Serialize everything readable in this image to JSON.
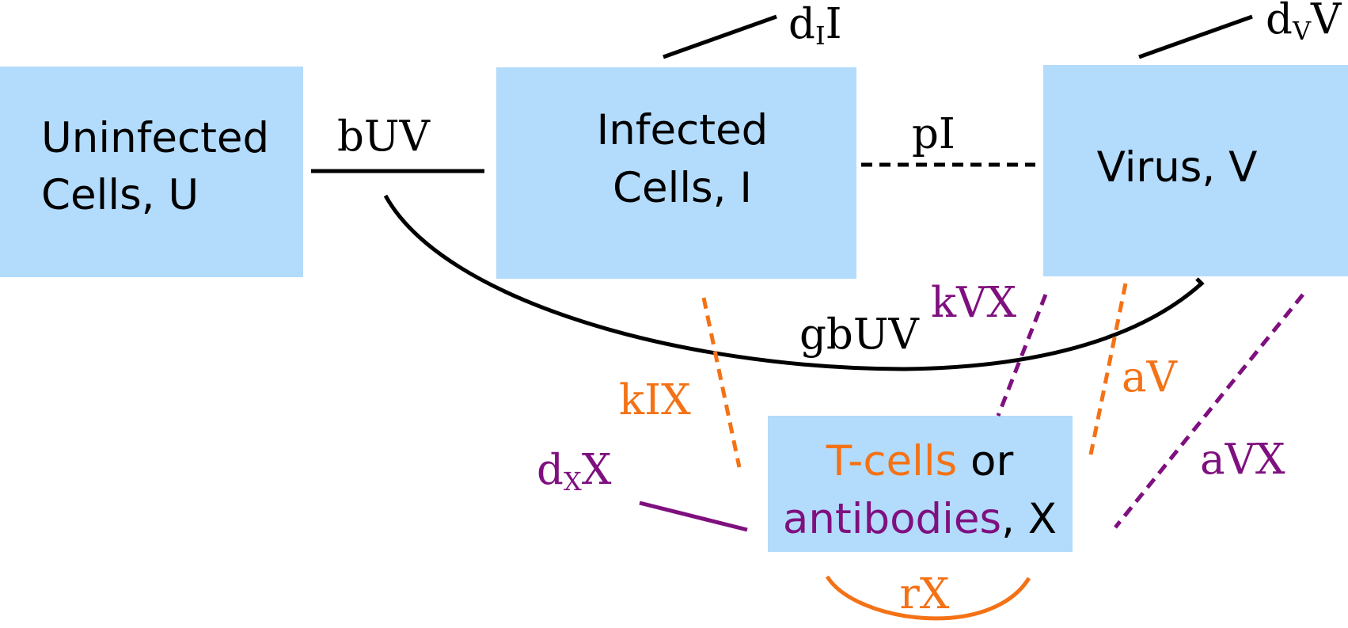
{
  "colors": {
    "box_fill": "#b3dbfb",
    "black": "#000000",
    "orange": "#f47216",
    "purple": "#7f107f"
  },
  "compartments": {
    "uninfected": {
      "line1": "Uninfected",
      "line2": "Cells, U"
    },
    "infected": {
      "line1": "Infected",
      "line2": "Cells, I"
    },
    "virus": {
      "line1": "Virus, V"
    },
    "immune": {
      "tcells": "T-cells",
      "or": " or",
      "antibodies": "antibodies",
      "suffix": ", X"
    }
  },
  "rates": {
    "infection": "bUV",
    "death_infected_d": "d",
    "death_infected_sub": "I",
    "death_infected_var": "I",
    "production": "pI",
    "death_virus_d": "d",
    "death_virus_sub": "V",
    "death_virus_var": "V",
    "virus_loss": "gbUV",
    "kill_virus": "kVX",
    "kill_infected": "kIX",
    "activation": "aV",
    "activation_loss": "aVX",
    "death_immune_d": "d",
    "death_immune_sub": "X",
    "death_immune_var": "X",
    "proliferation": "rX"
  }
}
